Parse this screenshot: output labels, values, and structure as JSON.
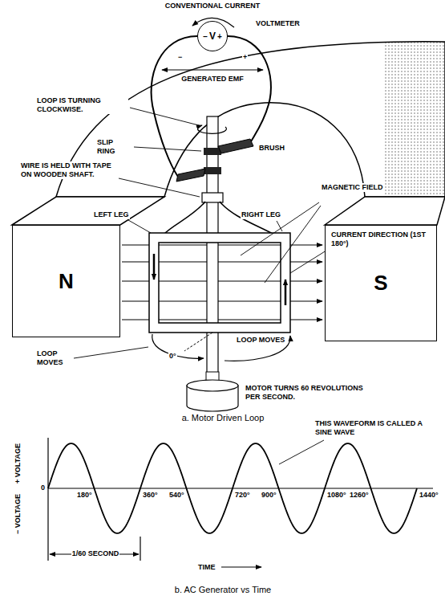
{
  "diagram": {
    "nodes": [
      {
        "text": [
          "−",
          "V",
          "+"
        ]
      },
      {
        "text": [
          "N"
        ]
      },
      {
        "text": [
          "S"
        ]
      }
    ],
    "labels": [
      "CONVENTIONAL CURRENT",
      "VOLTMETER",
      "−",
      "+",
      "GENERATED EMF",
      "LOOP IS TURNING CLOCKWISE.",
      "SLIP RING",
      "BRUSH",
      "WIRE IS HELD WITH TAPE ON WOODEN SHAFT.",
      "MAGNETIC FIELD",
      "LEFT LEG",
      "RIGHT LEG",
      "CURRENT DIRECTION (1ST 180°)",
      "LOOP MOVES",
      "0°",
      "LOOP MOVES",
      "MOTOR TURNS 60 REVOLUTIONS PER SECOND.",
      "a. Motor Driven Loop",
      "THIS WAVEFORM IS CALLED A SINE WAVE",
      "+ VOLTAGE",
      "0",
      "− VOLTAGE",
      "180°",
      "360°",
      "540°",
      "720°",
      "900°",
      "1080°",
      "1260°",
      "1440°",
      "1/60 SECOND",
      "TIME",
      "b. AC Generator vs Time"
    ]
  }
}
